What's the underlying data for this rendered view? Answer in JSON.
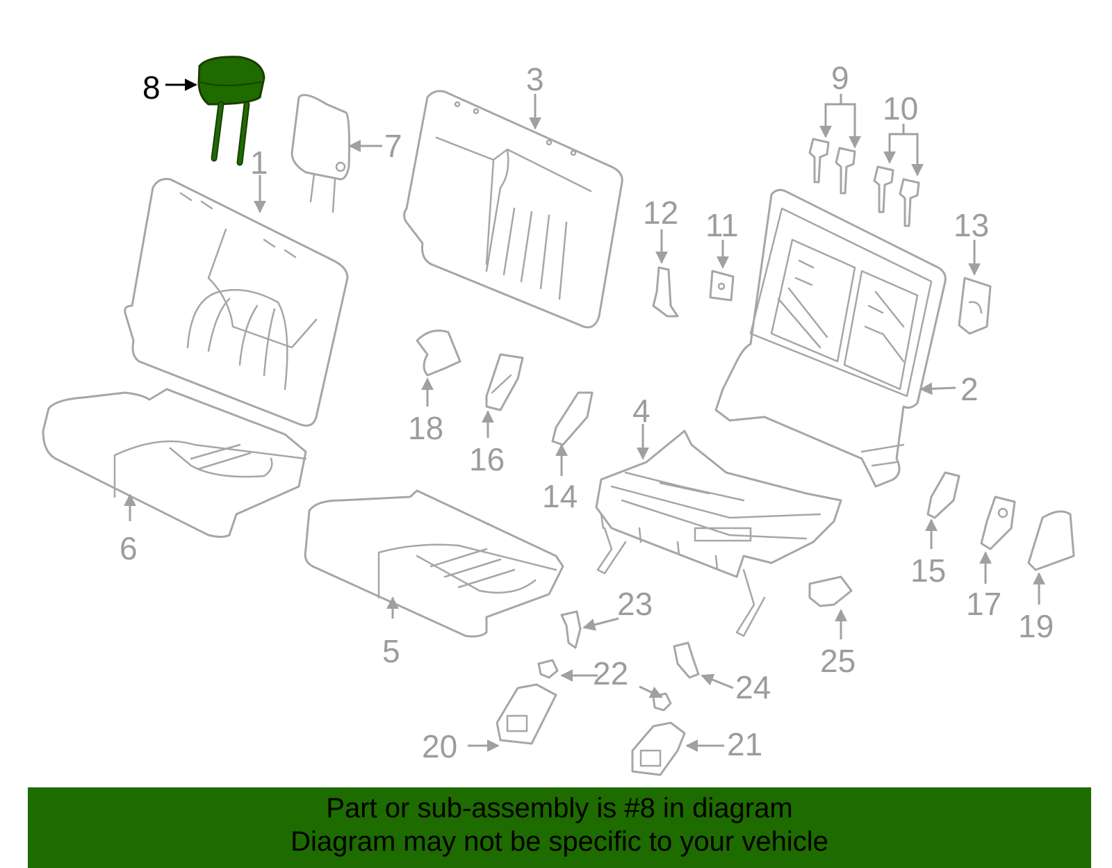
{
  "highlight_color": "#1e6b00",
  "highlighted_part": "8",
  "callouts": [
    {
      "id": "1",
      "label": "1"
    },
    {
      "id": "2",
      "label": "2"
    },
    {
      "id": "3",
      "label": "3"
    },
    {
      "id": "4",
      "label": "4"
    },
    {
      "id": "5",
      "label": "5"
    },
    {
      "id": "6",
      "label": "6"
    },
    {
      "id": "7",
      "label": "7"
    },
    {
      "id": "8",
      "label": "8"
    },
    {
      "id": "9",
      "label": "9"
    },
    {
      "id": "10",
      "label": "10"
    },
    {
      "id": "11",
      "label": "11"
    },
    {
      "id": "12",
      "label": "12"
    },
    {
      "id": "13",
      "label": "13"
    },
    {
      "id": "14",
      "label": "14"
    },
    {
      "id": "15",
      "label": "15"
    },
    {
      "id": "16",
      "label": "16"
    },
    {
      "id": "17",
      "label": "17"
    },
    {
      "id": "18",
      "label": "18"
    },
    {
      "id": "19",
      "label": "19"
    },
    {
      "id": "20",
      "label": "20"
    },
    {
      "id": "21",
      "label": "21"
    },
    {
      "id": "22",
      "label": "22"
    },
    {
      "id": "23",
      "label": "23"
    },
    {
      "id": "24",
      "label": "24"
    },
    {
      "id": "25",
      "label": "25"
    }
  ],
  "banner": {
    "line1": "Part or sub-assembly is #8 in diagram",
    "line2": "Diagram may not be specific to your vehicle"
  }
}
